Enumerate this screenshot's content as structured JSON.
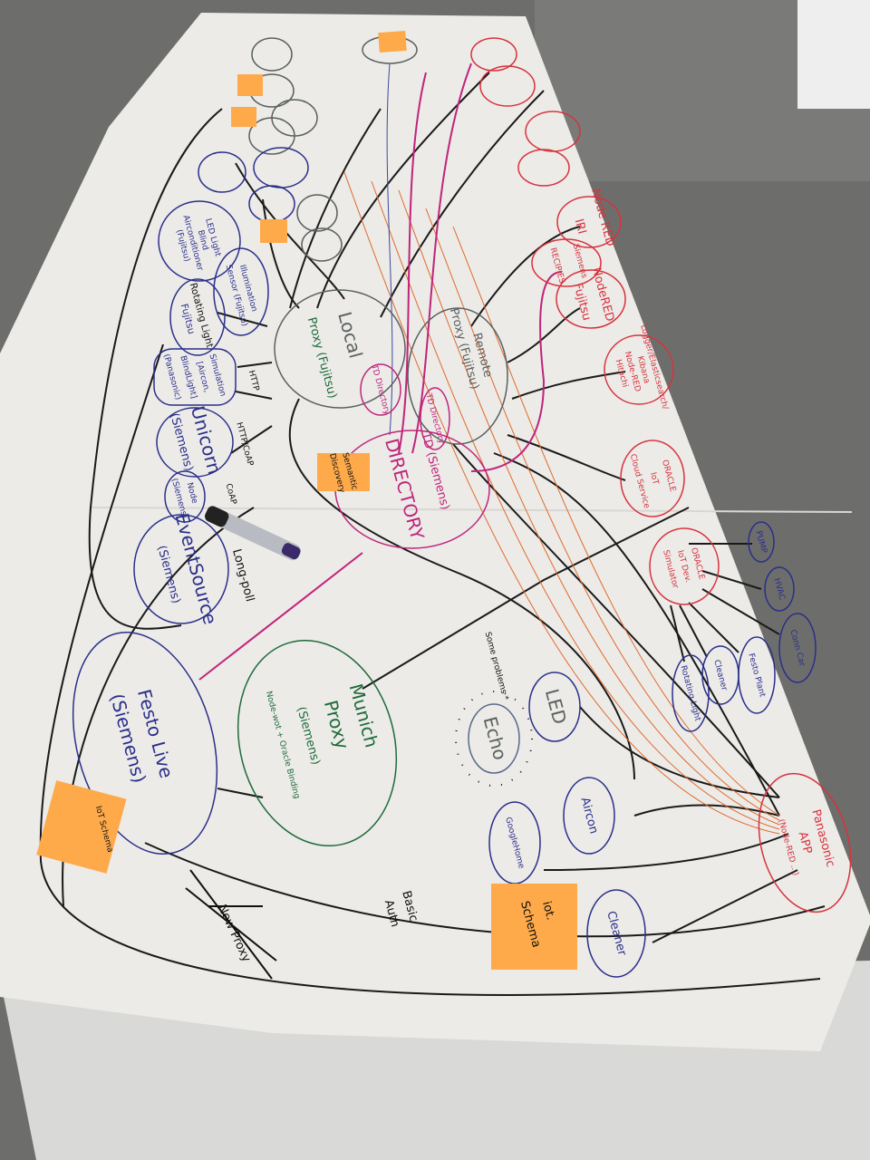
{
  "colors": {
    "paper": "#ecebe8",
    "floor": "#6d6e6b",
    "black_ink": "#1a1a1a",
    "blue_ink": "#2a2f8a",
    "red_ink": "#d8323c",
    "green_ink": "#1f6b3a",
    "magenta_ink": "#c0247a",
    "orange_ink": "#e06a2a",
    "sticky": "#ffaa4a"
  },
  "nodes": {
    "local_proxy": [
      "Local",
      "Proxy (Fujitsu)"
    ],
    "local_td": "TD Directory",
    "remote_proxy": [
      "Remote",
      "Proxy (Fujitsu)"
    ],
    "remote_td": "TD Directory",
    "td_directory": [
      "TD (Siemens)",
      "DIRECTORY"
    ],
    "led_light": [
      "LED Light",
      "Blind",
      "Airconditioner",
      "(Fujitsu)"
    ],
    "illumination": [
      "Illumination",
      "Sensor (Fujitsu)"
    ],
    "rotating_light": [
      "Rotating Light",
      "Fujitsu"
    ],
    "simulation": [
      "Simulation",
      "[Aircon,",
      "BlindLight]",
      "(Panasonic)"
    ],
    "unicorn": [
      "Unicorn",
      "(Siemens)"
    ],
    "node_siemens": [
      "Node",
      "(Siemens)"
    ],
    "eventsource": [
      "EventSource",
      "(Siemens)"
    ],
    "festo_live": [
      "Festo Live",
      "(Siemens)"
    ],
    "munich_proxy": [
      "Munich",
      "Proxy",
      "(Siemens)",
      "Node-wot + Oracle Binding"
    ],
    "echo": "Echo",
    "led": "LED",
    "aircon": "Aircon",
    "googlehome": "GoogleHome",
    "cleaner": "Cleaner",
    "panasonic_app": [
      "Panasonic",
      "APP",
      "(Node-RED ...)"
    ],
    "oracle_sim": [
      "ORACLE",
      "IoT Dev.",
      "Simulator"
    ],
    "oracle_cloud": [
      "ORACLE",
      "IoT",
      "Cloud Service"
    ],
    "logger": [
      "Logger/Elasticsearch/",
      "Kibana",
      "Node-RED",
      "Hitachi"
    ],
    "nodered_fujitsu": [
      "NodeRED",
      "Fujitsu"
    ],
    "nodered_iri": [
      "Node RED",
      "IRI"
    ],
    "siemens_recipes": [
      "Siemens",
      "RECIPIES"
    ],
    "pump": "PUMP",
    "hvac": "HVAC",
    "conn_car": "Conn Car",
    "festo_plant": "Festo Plant",
    "cleaner_small": "Cleaner",
    "rotating_light_small": "Rotating Light"
  },
  "stickies": {
    "semantic": [
      "Semantic",
      "Discovery"
    ],
    "iot_schema_left": "IoT Schema",
    "iot_schema_right": [
      "iot.",
      "Schema"
    ]
  },
  "annotations": {
    "http": "HTTP",
    "http_coap": "HTTP/CoAP",
    "coap": "CoAP",
    "long_poll": "Long-poll",
    "some_problems": "Some problems *",
    "basic_auth": [
      "Basic",
      "Auth"
    ],
    "new_proxy": "New Proxy"
  }
}
